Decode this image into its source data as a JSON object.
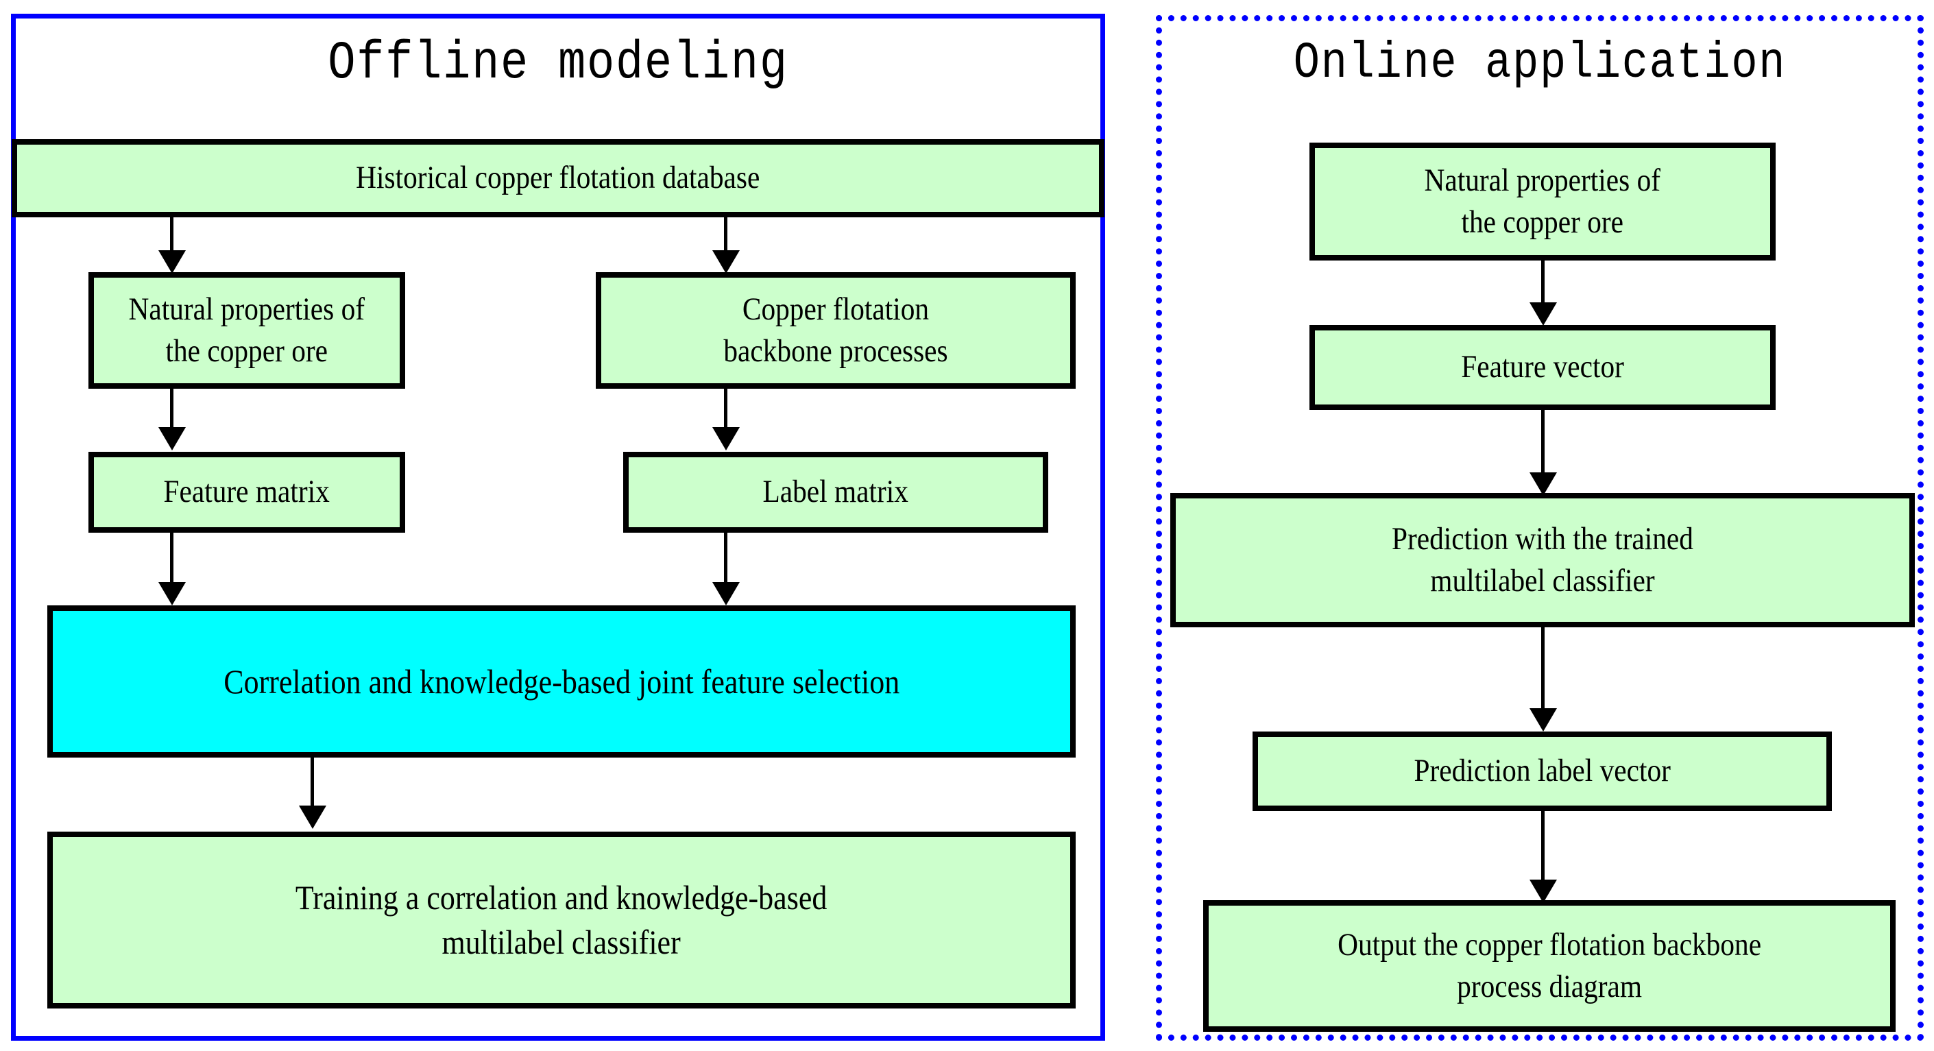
{
  "figure": {
    "type": "flowchart",
    "panels": [
      {
        "id": "offline",
        "title": "Offline modeling",
        "border_color": "#0000FF",
        "border_style": "solid",
        "nodes": [
          {
            "id": "db",
            "label": "Historical copper flotation database",
            "fill": "#CCFFCC"
          },
          {
            "id": "natprop",
            "label": "Natural properties of\nthe copper ore",
            "fill": "#CCFFCC"
          },
          {
            "id": "backbone",
            "label": "Copper flotation\nbackbone processes",
            "fill": "#CCFFCC"
          },
          {
            "id": "featmat",
            "label": "Feature matrix",
            "fill": "#CCFFCC"
          },
          {
            "id": "labelmat",
            "label": "Label matrix",
            "fill": "#CCFFCC"
          },
          {
            "id": "selection",
            "label": "Correlation and knowledge-based joint feature selection",
            "fill": "#00FFFF"
          },
          {
            "id": "training",
            "label": "Training a correlation and knowledge-based\nmultilabel classifier",
            "fill": "#CCFFCC"
          }
        ],
        "edges": [
          {
            "from": "db",
            "to": "natprop"
          },
          {
            "from": "db",
            "to": "backbone"
          },
          {
            "from": "natprop",
            "to": "featmat"
          },
          {
            "from": "backbone",
            "to": "labelmat"
          },
          {
            "from": "featmat",
            "to": "selection"
          },
          {
            "from": "labelmat",
            "to": "selection"
          },
          {
            "from": "selection",
            "to": "training"
          }
        ]
      },
      {
        "id": "online",
        "title": "Online application",
        "border_color": "#0000FF",
        "border_style": "dotted",
        "nodes": [
          {
            "id": "o-natprop",
            "label": "Natural properties of\nthe copper ore",
            "fill": "#CCFFCC"
          },
          {
            "id": "o-featvec",
            "label": "Feature vector",
            "fill": "#CCFFCC"
          },
          {
            "id": "o-predict",
            "label": "Prediction with the trained\nmultilabel classifier",
            "fill": "#CCFFCC"
          },
          {
            "id": "o-labelvec",
            "label": "Prediction label vector",
            "fill": "#CCFFCC"
          },
          {
            "id": "o-output",
            "label": "Output the copper flotation backbone\nprocess diagram",
            "fill": "#CCFFCC"
          }
        ],
        "edges": [
          {
            "from": "o-natprop",
            "to": "o-featvec"
          },
          {
            "from": "o-featvec",
            "to": "o-predict"
          },
          {
            "from": "o-predict",
            "to": "o-labelvec"
          },
          {
            "from": "o-labelvec",
            "to": "o-output"
          }
        ]
      }
    ]
  }
}
